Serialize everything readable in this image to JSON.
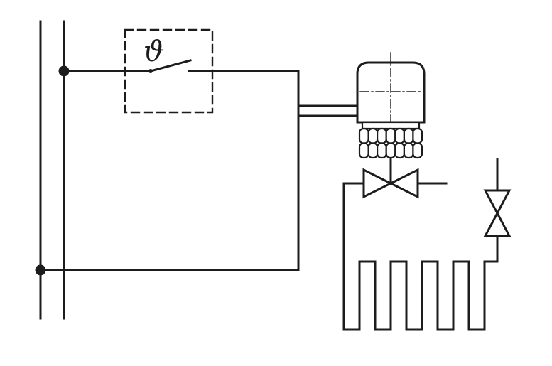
{
  "diagram": {
    "kind": "schematic",
    "labels": {
      "temperature_symbol": "ϑ"
    },
    "colors": {
      "line": "#1c1c1c",
      "background": "#ffffff"
    },
    "components": {
      "power_bus": "supply-lines",
      "thermostat": "thermostat-switch-dashed-enclosure",
      "actuator": "valve-actuator-head",
      "zone_valve": "two-way-valve",
      "shutoff_valve": "vertical-shutoff-valve",
      "heating_coil": "heating-loop-meander"
    }
  }
}
